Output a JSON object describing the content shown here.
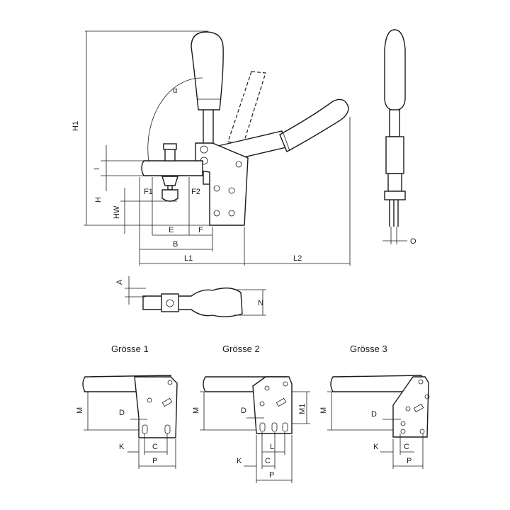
{
  "side_view": {
    "dims": {
      "H1": "H1",
      "I": "I",
      "H": "H",
      "HW": "HW",
      "F1": "F1",
      "F2": "F2",
      "E": "E",
      "F": "F",
      "B": "B",
      "L1": "L1",
      "L2": "L2",
      "alpha": "α"
    }
  },
  "front_view": {
    "dims": {
      "O": "O"
    }
  },
  "top_view": {
    "dims": {
      "A": "A",
      "N": "N"
    }
  },
  "sizes": [
    {
      "title": "Grösse 1",
      "dims": {
        "M": "M",
        "D": "D",
        "K": "K",
        "C": "C",
        "P": "P"
      }
    },
    {
      "title": "Grösse 2",
      "dims": {
        "M": "M",
        "M1": "M1",
        "D": "D",
        "L": "L",
        "K": "K",
        "C": "C",
        "P": "P"
      }
    },
    {
      "title": "Grösse 3",
      "dims": {
        "M": "M",
        "D": "D",
        "K": "K",
        "C": "C",
        "P": "P"
      }
    }
  ]
}
